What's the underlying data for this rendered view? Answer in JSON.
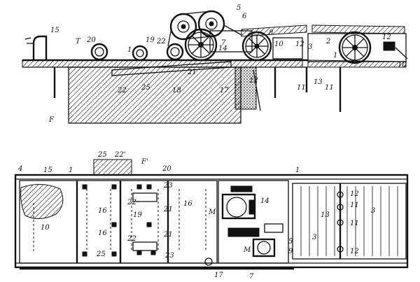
{
  "side_view": {
    "labels": [
      "15",
      "20",
      "19",
      "T",
      "1",
      "22",
      "7",
      "6",
      "5",
      "8",
      "14",
      "10",
      "12",
      "2",
      "3",
      "1",
      "12",
      "10",
      "21",
      "22",
      "25",
      "18",
      "17",
      "12",
      "11",
      "13",
      "11",
      "F"
    ]
  },
  "plan_view": {
    "labels": [
      "4",
      "15",
      "1",
      "25",
      "22'",
      "F'",
      "20",
      "1",
      "10",
      "16",
      "22",
      "23",
      "21",
      "16",
      "M",
      "14",
      "19",
      "16",
      "21",
      "22",
      "23",
      "25",
      "12",
      "11",
      "3",
      "13",
      "11",
      "12",
      "3",
      "5",
      "M",
      "9",
      "7",
      "17"
    ]
  }
}
